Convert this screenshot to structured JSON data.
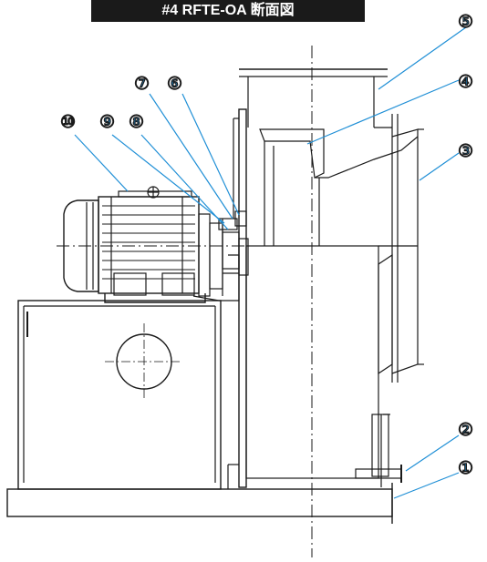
{
  "title": "#4 RFTE-OA 断面図",
  "callouts": [
    {
      "label": "⑤"
    },
    {
      "label": "④"
    },
    {
      "label": "③"
    },
    {
      "label": "⑦"
    },
    {
      "label": "⑥"
    },
    {
      "label": "⑩"
    },
    {
      "label": "⑨"
    },
    {
      "label": "⑧"
    },
    {
      "label": "②"
    },
    {
      "label": "①"
    }
  ],
  "colors": {
    "line": "#1a1a1a",
    "callout": "#1f8fd6",
    "title_bg": "#1a1a1a",
    "title_fg": "#ffffff"
  }
}
